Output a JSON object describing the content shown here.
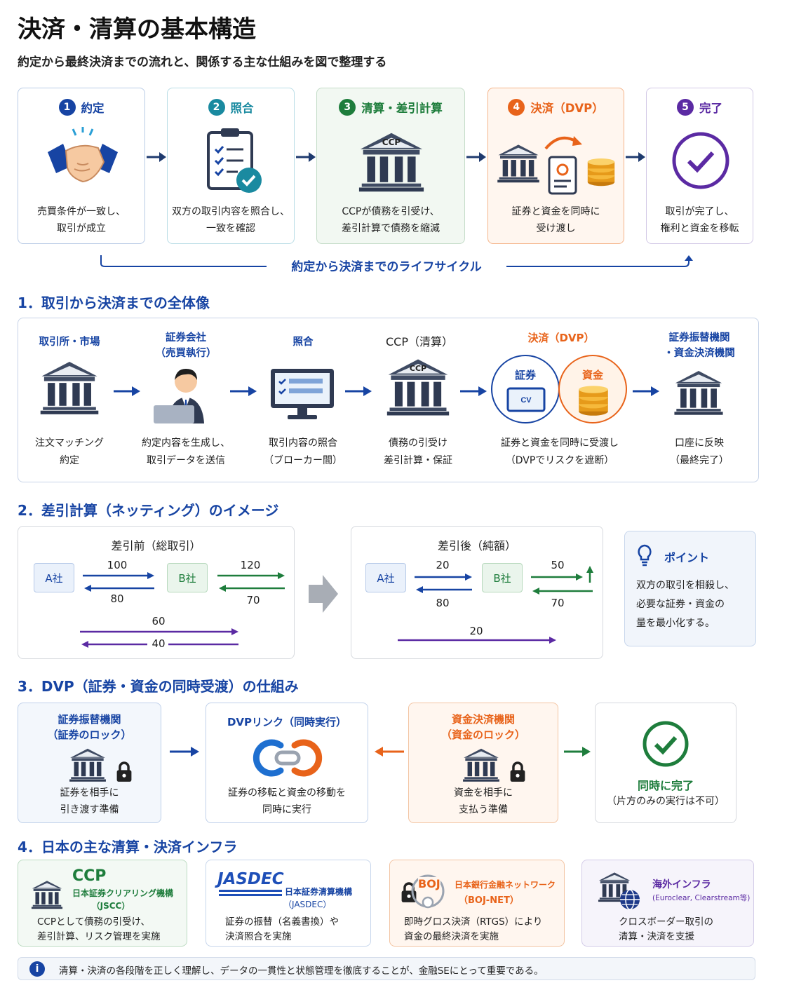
{
  "title": "決済・清算の基本構造",
  "subtitle": "約定から最終決済までの流れと、関係する主な仕組みを図で整理する",
  "lifecycle": {
    "steps": [
      {
        "num": "1",
        "title": "約定",
        "line1": "売買条件が一致し、",
        "line2": "取引が成立",
        "color": "#1744a3"
      },
      {
        "num": "2",
        "title": "照合",
        "line1": "双方の取引内容を照合し、",
        "line2": "一致を確認",
        "color": "#1a8aa0"
      },
      {
        "num": "3",
        "title": "清算・差引計算",
        "line1": "CCPが債務を引受け、",
        "line2": "差引計算で債務を縮減",
        "color": "#1e7d3c"
      },
      {
        "num": "4",
        "title": "決済（DVP）",
        "line1": "証券と資金を同時に",
        "line2": "受け渡し",
        "color": "#e8631a"
      },
      {
        "num": "5",
        "title": "完了",
        "line1": "取引が完了し、",
        "line2": "権利と資金を移転",
        "color": "#5b2aa3"
      }
    ],
    "cycle_label": "約定から決済までのライフサイクル",
    "ccp_tag": "CCP"
  },
  "section1": {
    "heading": "1．取引から決済までの全体像",
    "nodes": [
      {
        "title": "取引所・市場",
        "line1": "注文マッチング",
        "line2": "約定"
      },
      {
        "title": "証券会社",
        "title2": "（売買執行）",
        "line1": "約定内容を生成し、",
        "line2": "取引データを送信"
      },
      {
        "title": "照合",
        "line1": "取引内容の照合",
        "line2": "（ブローカー間）"
      },
      {
        "title": "CCP（清算）",
        "line1": "債務の引受け",
        "line2": "差引計算・保証"
      },
      {
        "title": "決済（DVP）",
        "line1": "証券と資金を同時に受渡し",
        "line2": "（DVPでリスクを遮断）",
        "sec": "証券",
        "cash": "資金"
      },
      {
        "title": "証券振替機関",
        "title2": "・資金決済機関",
        "line1": "口座に反映",
        "line2": "（最終完了）"
      }
    ]
  },
  "section2": {
    "heading": "2．差引計算（ネッティング）のイメージ",
    "before": {
      "title": "差引前（総取引）",
      "a": "A社",
      "b": "B社",
      "v_ab_top": "100",
      "v_ab_bot": "80",
      "v_bc_top": "120",
      "v_bc_bot": "70",
      "v_long_top": "60",
      "v_long_bot": "40"
    },
    "after": {
      "title": "差引後（純額）",
      "a": "A社",
      "b": "B社",
      "v_ab_top": "20",
      "v_ab_bot": "80",
      "v_bc_top": "50",
      "v_bc_bot": "70",
      "v_long": "20"
    },
    "point": {
      "title": "ポイント",
      "line1": "双方の取引を相殺し、",
      "line2": "必要な証券・資金の",
      "line3": "量を最小化する。"
    }
  },
  "section3": {
    "heading": "3．DVP（証券・資金の同時受渡）の仕組み",
    "boxes": [
      {
        "title": "証券振替機関",
        "title2": "（証券のロック）",
        "line1": "証券を相手に",
        "line2": "引き渡す準備"
      },
      {
        "title": "DVPリンク（同時実行）",
        "line1": "証券の移転と資金の移動を",
        "line2": "同時に実行"
      },
      {
        "title": "資金決済機関",
        "title2": "（資金のロック）",
        "line1": "資金を相手に",
        "line2": "支払う準備"
      },
      {
        "title": "同時に完了",
        "line1": "（片方のみの実行は不可）"
      }
    ]
  },
  "section4": {
    "heading": "4．日本の主な清算・決済インフラ",
    "cards": [
      {
        "name": "CCP",
        "sub1": "日本証券クリアリング機構",
        "sub2": "（JSCC）",
        "line1": "CCPとして債務の引受け、",
        "line2": "差引計算、リスク管理を実施"
      },
      {
        "name": "JASDEC",
        "sub1": "日本証券清算機構",
        "sub2": "（JASDEC）",
        "line1": "証券の振替（名義書換）や",
        "line2": "決済照合を実施"
      },
      {
        "name": "BOJ",
        "sub1": "日本銀行金融ネットワーク",
        "sub2": "（BOJ-NET）",
        "line1": "即時グロス決済（RTGS）により",
        "line2": "資金の最終決済を実施"
      },
      {
        "name": "海外インフラ",
        "sub1": "(Euroclear, Clearstream等)",
        "line1": "クロスボーダー取引の",
        "line2": "清算・決済を支援"
      }
    ]
  },
  "footer": {
    "icon": "i",
    "text": "清算・決済の各段階を正しく理解し、データの一貫性と状態管理を徹底することが、金融SEにとって重要である。"
  },
  "colors": {
    "navy": "#1744a3",
    "green": "#1e7d3c",
    "orange": "#e8631a",
    "purple": "#5b2aa3"
  }
}
